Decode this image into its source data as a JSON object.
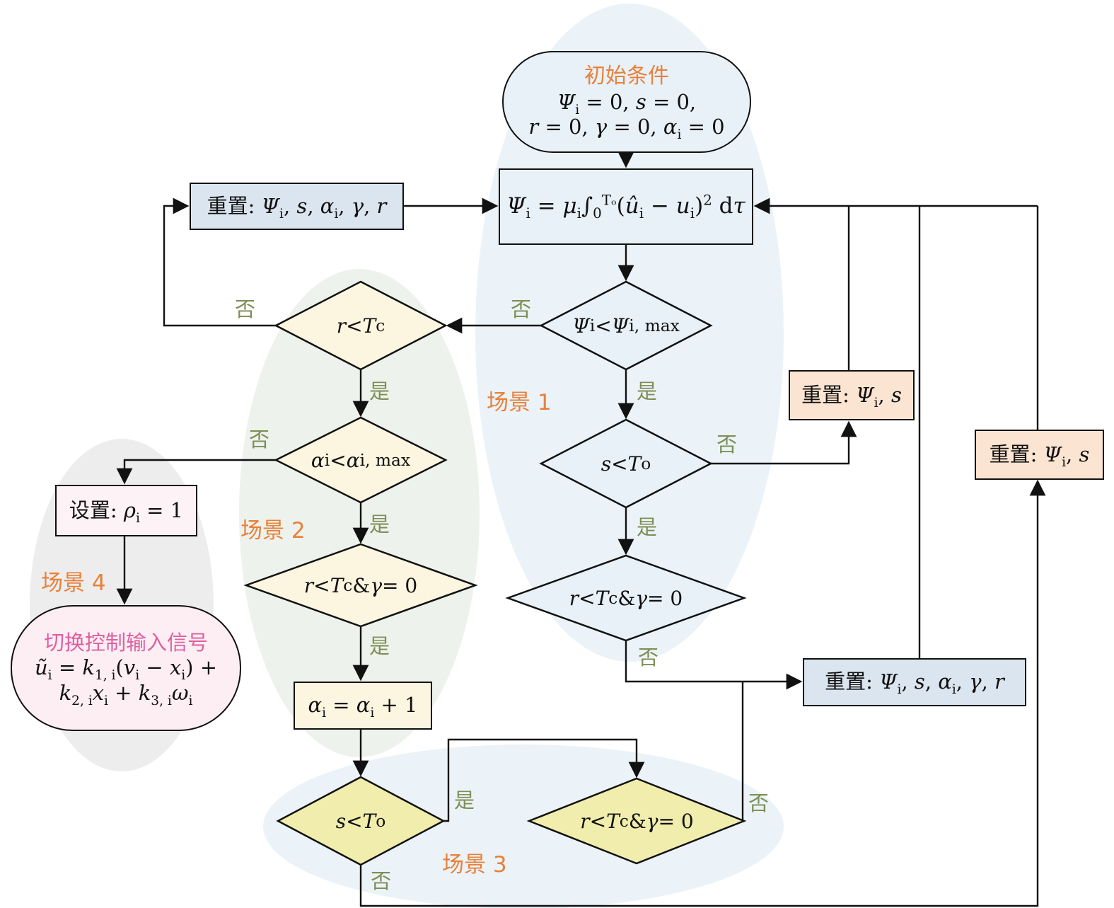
{
  "edge_labels": {
    "yes": "是",
    "no": "否"
  },
  "scenarios": {
    "s1": "场景 1",
    "s2": "场景 2",
    "s3": "场景 3",
    "s4": "场景 4"
  },
  "texts": {
    "init_title": "初始条件",
    "init_line1": [
      {
        "i": "Ψ"
      },
      {
        "sub": "i"
      },
      " = 0, ",
      {
        "i": "s"
      },
      " = 0,"
    ],
    "init_line2": [
      {
        "i": "r"
      },
      " = 0, ",
      {
        "i": "γ"
      },
      " = 0, ",
      {
        "i": "α"
      },
      {
        "sub": "i"
      },
      " = 0"
    ],
    "update_formula": [
      {
        "i": "Ψ"
      },
      {
        "sub": "i"
      },
      " = ",
      {
        "i": "μ"
      },
      {
        "sub": "i"
      },
      "∫",
      {
        "sub": "0"
      },
      {
        "sup": "Tₒ"
      },
      "(",
      {
        "i": "û"
      },
      {
        "sub": "i"
      },
      " − ",
      {
        "i": "u"
      },
      {
        "sub": "i"
      },
      ")",
      {
        "sup": "2"
      },
      " d",
      {
        "i": "τ"
      }
    ],
    "reset_full": [
      "重置: ",
      {
        "i": "Ψ"
      },
      {
        "sub": "i"
      },
      ", ",
      {
        "i": "s"
      },
      ", ",
      {
        "i": "α"
      },
      {
        "sub": "i"
      },
      ", ",
      {
        "i": "γ"
      },
      ", ",
      {
        "i": "r"
      }
    ],
    "reset_psi_s": [
      "重置: ",
      {
        "i": "Ψ"
      },
      {
        "sub": "i"
      },
      ", ",
      {
        "i": "s"
      }
    ],
    "cond_psi_max": [
      {
        "i": "Ψ"
      },
      {
        "sub": "i"
      },
      " < ",
      {
        "i": "Ψ"
      },
      {
        "sub": "i, max"
      }
    ],
    "cond_r_tc": [
      {
        "i": "r"
      },
      " < ",
      {
        "i": "T"
      },
      {
        "sub": "c"
      }
    ],
    "cond_s_to": [
      {
        "i": "s"
      },
      " < ",
      {
        "i": "T"
      },
      {
        "sub": "o"
      }
    ],
    "cond_r_gamma": [
      {
        "i": "r"
      },
      " < ",
      {
        "i": "T"
      },
      {
        "sub": "c"
      },
      " & ",
      {
        "i": "γ"
      },
      " = 0"
    ],
    "cond_alpha_max": [
      {
        "i": "α"
      },
      {
        "sub": "i"
      },
      " < ",
      {
        "i": "α"
      },
      {
        "sub": "i, max"
      }
    ],
    "set_rho": [
      "设置: ",
      {
        "i": "ρ"
      },
      {
        "sub": "i"
      },
      " = 1"
    ],
    "alpha_increment": [
      {
        "i": "α"
      },
      {
        "sub": "i"
      },
      " = ",
      {
        "i": "α"
      },
      {
        "sub": "i"
      },
      " + 1"
    ],
    "switch_title": "切换控制输入信号",
    "switch_line1": [
      {
        "i": "ũ"
      },
      {
        "sub": "i"
      },
      " = ",
      {
        "i": "k"
      },
      {
        "sub": "1, i"
      },
      "(",
      {
        "i": "v"
      },
      {
        "sub": "i"
      },
      " − ",
      {
        "i": "x"
      },
      {
        "sub": "i"
      },
      ") +"
    ],
    "switch_line2": [
      {
        "i": "k"
      },
      {
        "sub": "2, i"
      },
      {
        "i": "x"
      },
      {
        "sub": "i"
      },
      " + ",
      {
        "i": "k"
      },
      {
        "sub": "3, i"
      },
      {
        "i": "ω"
      },
      {
        "sub": "i"
      }
    ]
  },
  "colors": {
    "light_blue": "#e8f1f8",
    "cream": "#fcf5e0",
    "yellow": "#f1edad",
    "peach": "#fbe4d1",
    "blue_gray": "#dbe5f0",
    "pink_stadium": "#fdeef4",
    "pink_box": "#fdf2f6",
    "orange_label": "#e8813a",
    "olive_label": "#7e8e55",
    "magenta_title": "#df5f9f",
    "line": "#111111"
  }
}
